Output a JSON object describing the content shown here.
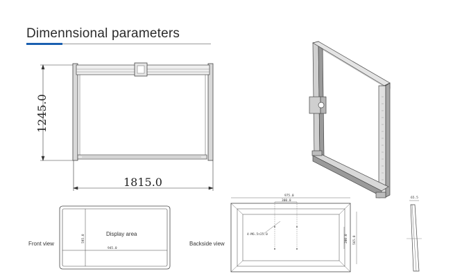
{
  "header": {
    "title": "Dimennsional parameters"
  },
  "frame_drawing": {
    "height_dim": "1245.0",
    "width_dim": "1815.0"
  },
  "front_view": {
    "label": "Front view",
    "area_label": "Display area",
    "dim_w": "945.0",
    "dim_h": "595.0"
  },
  "back_view": {
    "label": "Backside view",
    "dim_top": "975.0",
    "dim_inner": "300.0",
    "holes": "4-M6.5▽25.0",
    "dim_right_inner": "200.0",
    "dim_right_outer": "565.0"
  },
  "side_view": {
    "dim_depth": "65.5"
  },
  "colors": {
    "accent": "#1a5fb0",
    "line": "#555555"
  }
}
